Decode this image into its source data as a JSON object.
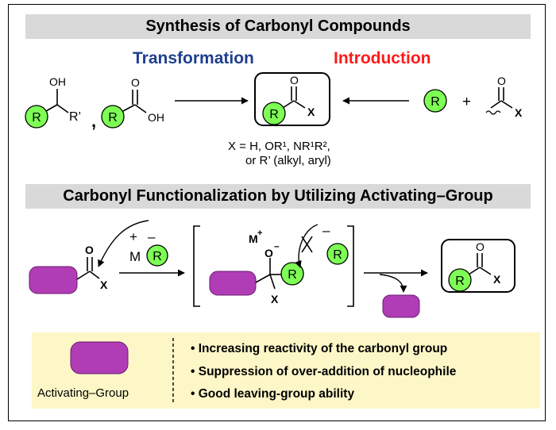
{
  "top_panel": {
    "title": "Synthesis of Carbonyl Compounds",
    "transformation_label": "Transformation",
    "introduction_label": "Introduction",
    "x_definition_line1": "X = H, OR¹, NR¹R²,",
    "x_definition_line2": "or R’ (alkyl, aryl)"
  },
  "bottom_panel": {
    "title": "Carbonyl Functionalization by Utilizing Activating–Group"
  },
  "legend": {
    "label": "Activating–Group",
    "bullets": [
      "• Increasing reactivity of the carbonyl group",
      "• Suppression of over-addition of nucleophile",
      "• Good leaving-group ability"
    ]
  },
  "structures": {
    "r_group": "R",
    "oh": "OH",
    "o": "O",
    "x": "X",
    "r_prime": "R’",
    "comma": ",",
    "plus": "+",
    "minus": "–",
    "m": "M",
    "m_plus": "M",
    "o_minus": "O"
  },
  "colors": {
    "transformation": "#1f3f8f",
    "introduction": "#ff1a1a",
    "r_group_fill": "#7dff55",
    "activating_group_fill": "#b03db5",
    "banner": "#d9d9d9",
    "legend_background": "#fdf7c8"
  }
}
